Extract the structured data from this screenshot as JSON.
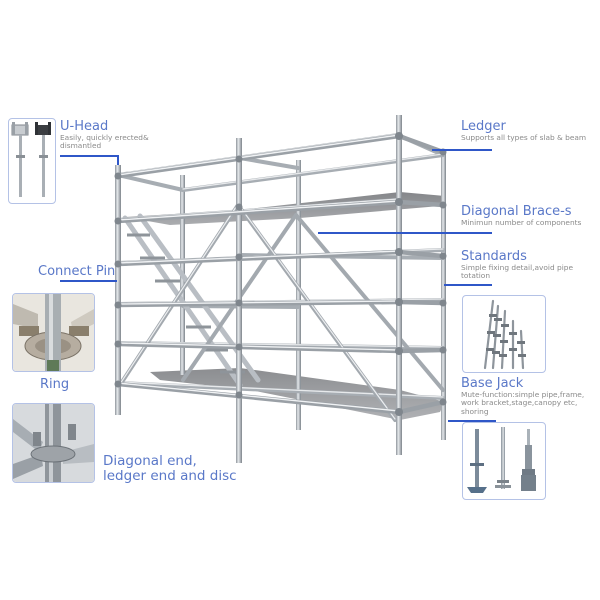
{
  "image": {
    "subject": "Ringlock scaffolding system with labeled components",
    "background": "#ffffff",
    "accent_color": "#5a78c8",
    "leader_color": "#2f57c8",
    "desc_color": "#8a8a8a"
  },
  "left_labels": {
    "u_head": {
      "title": "U-Head",
      "description_line1": "Easily,  quickly erected&",
      "description_line2": "dismantled",
      "icon": "u-head-jack-photo"
    },
    "connect_pin": {
      "title": "Connect Pin"
    },
    "ring": {
      "title": "Ring",
      "icon": "ring-rosette-photo"
    },
    "diagonal_end": {
      "title_line1": "Diagonal end,",
      "title_line2": "ledger end and disc",
      "icon": "diagonal-end-photo"
    }
  },
  "right_labels": {
    "ledger": {
      "title": "Ledger",
      "description": "Supports all types of slab & beam"
    },
    "diagonal_braces": {
      "title": "Diagonal Brace-s",
      "description": "Minimun number of components"
    },
    "standards": {
      "title": "Standards",
      "description_line1": "Simple fixing detail,avoid pipe",
      "description_line2": "totation",
      "icon": "standards-photo"
    },
    "base_jack": {
      "title": "Base Jack",
      "description_line1": "Mute-function:simple pipe,frame,",
      "description_line2": "work bracket,stage,canopy etc,",
      "description_line3": "shoring",
      "icon": "base-jack-photo"
    }
  }
}
